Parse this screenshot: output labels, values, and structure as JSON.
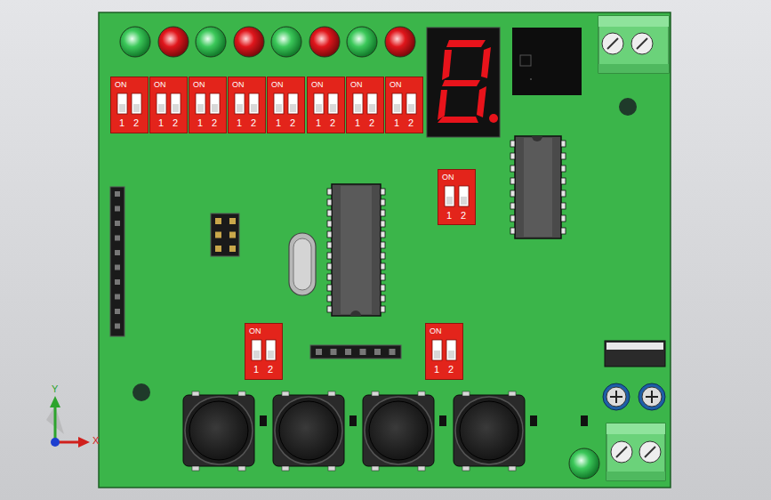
{
  "diagram": {
    "nodes": [
      {
        "text": [
          "ON",
          "1",
          "2"
        ]
      },
      {
        "text": [
          "ON",
          "1",
          "2"
        ]
      },
      {
        "text": [
          "ON",
          "1",
          "2"
        ]
      },
      {
        "text": [
          "ON",
          "1",
          "2"
        ]
      },
      {
        "text": [
          "ON",
          "1",
          "2"
        ]
      },
      {
        "text": [
          "ON",
          "1",
          "2"
        ]
      },
      {
        "text": [
          "ON",
          "1",
          "2"
        ]
      },
      {
        "text": [
          "ON",
          "1",
          "2"
        ]
      },
      {
        "text": [
          "ON",
          "1",
          "2"
        ]
      },
      {
        "text": [
          "ON",
          "1",
          "2"
        ]
      },
      {
        "text": [
          "ON",
          "1",
          "2"
        ]
      }
    ],
    "labels": [
      "Y",
      "X"
    ]
  }
}
